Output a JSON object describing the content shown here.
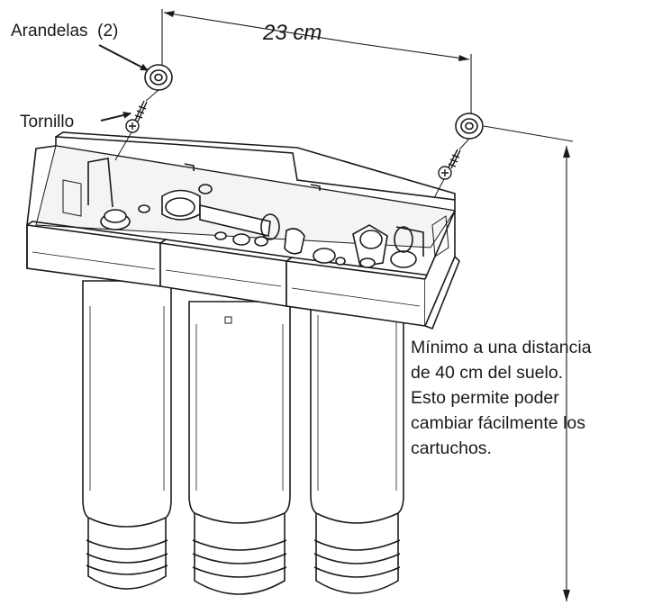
{
  "labels": {
    "washers": "Arandelas  (2)",
    "screw": "Tornillo",
    "width_dimension": "23 cm"
  },
  "note": {
    "lines": [
      "Mínimo a una distancia",
      "de 40 cm del suelo.",
      "Esto permite poder",
      "cambiar fácilmente los",
      "cartuchos."
    ]
  }
}
